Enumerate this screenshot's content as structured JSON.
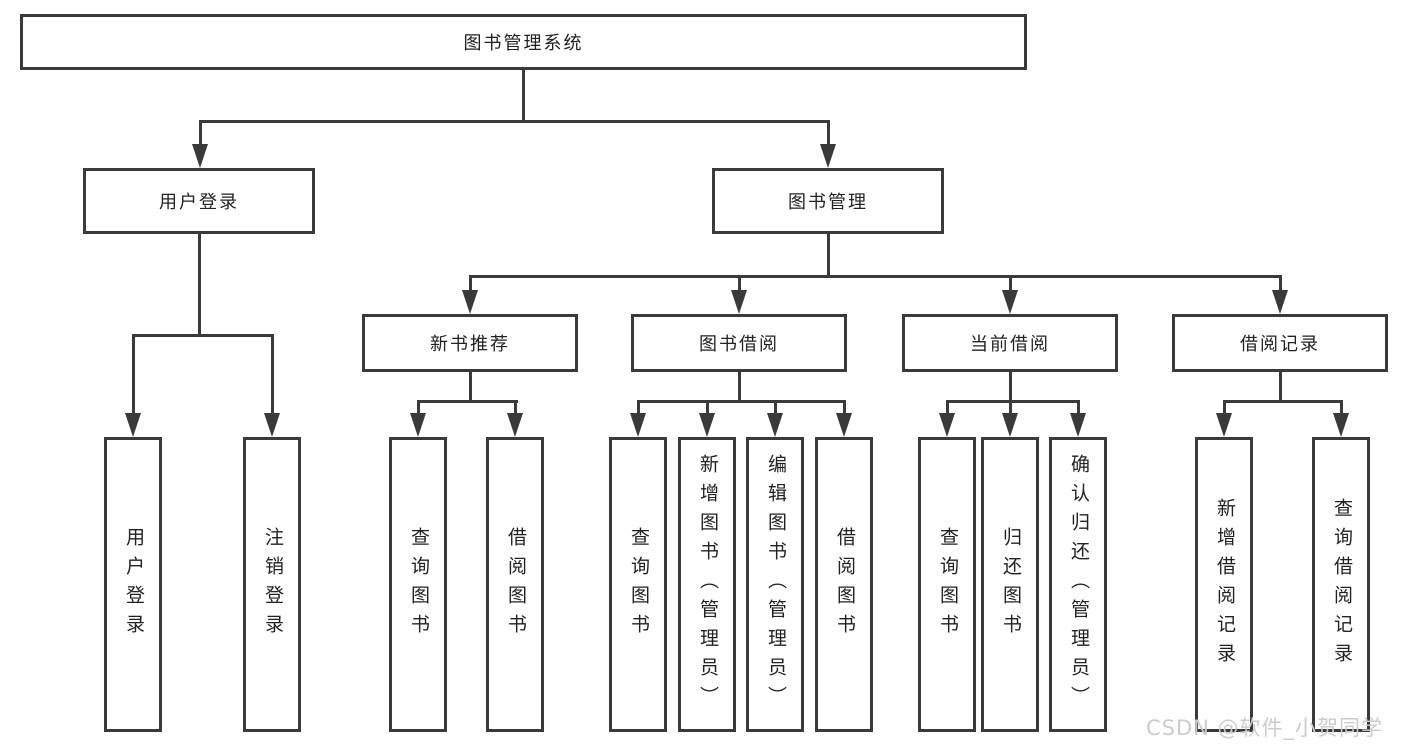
{
  "diagram": {
    "title": "图书管理系统",
    "level2": {
      "user_login": "用户登录",
      "book_mgmt": "图书管理"
    },
    "level3": {
      "new_books": "新书推荐",
      "book_borrow": "图书借阅",
      "current_borrow": "当前借阅",
      "borrow_records": "借阅记录"
    },
    "leaves": {
      "user_login": [
        "用户登录",
        "注销登录"
      ],
      "new_books": [
        "查询图书",
        "借阅图书"
      ],
      "book_borrow": [
        "查询图书",
        "新增图书（管理员）",
        "编辑图书（管理员）",
        "借阅图书"
      ],
      "current_borrow": [
        "查询图书",
        "归还图书",
        "确认归还（管理员）"
      ],
      "borrow_records": [
        "新增借阅记录",
        "查询借阅记录"
      ]
    },
    "watermark": "CSDN @软件_小贺同学",
    "colors": {
      "line": "#3a3a3a",
      "text": "#222222",
      "watermark": "#cccccc",
      "background": "#ffffff"
    }
  }
}
